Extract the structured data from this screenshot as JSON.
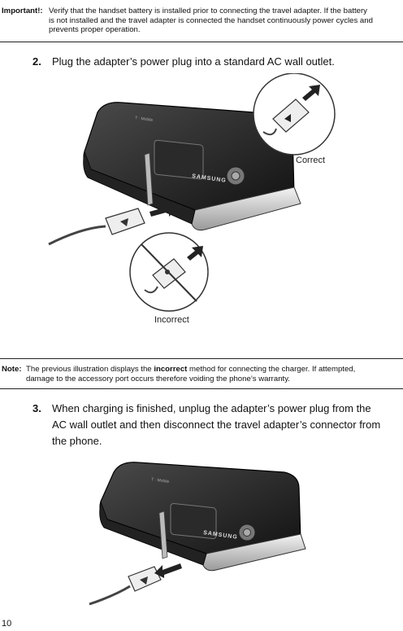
{
  "important": {
    "label": "Important!:",
    "text_line1": "Verify that the handset battery is installed prior to connecting the travel adapter. If the battery",
    "text_line2": "is not installed and the travel adapter is connected the handset continuously power cycles and",
    "text_line3": "prevents proper operation."
  },
  "step2": {
    "number": "2.",
    "text": "Plug the adapter’s power plug into a standard AC wall outlet."
  },
  "figure1": {
    "correct_label": "Correct",
    "incorrect_label": "Incorrect",
    "brand": "SAMSUNG",
    "carrier": "T · Mobile"
  },
  "note": {
    "label": "Note:",
    "text_before": "The previous illustration displays the ",
    "text_bold": "incorrect",
    "text_after": " method for connecting the charger. If attempted,",
    "text_line2": "damage to the accessory port occurs therefore voiding the phone’s warranty."
  },
  "step3": {
    "number": "3.",
    "text_line1": "When charging is finished, unplug the adapter’s power plug from the",
    "text_line2": "AC wall outlet and then disconnect the travel adapter’s connector from",
    "text_line3": "the phone."
  },
  "figure2": {
    "brand": "SAMSUNG",
    "carrier": "T · Mobile"
  },
  "page_number": "10"
}
